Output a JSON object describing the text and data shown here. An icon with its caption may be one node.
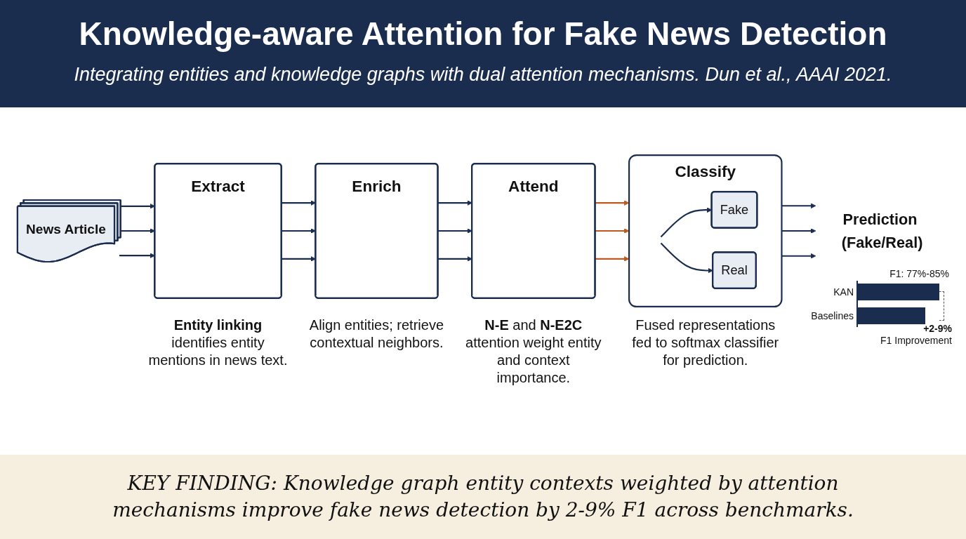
{
  "diagram": {
    "title": "Knowledge-aware Attention for Fake News Detection",
    "caption": "KEY FINDING: Knowledge graph entity contexts weighted by attention mechanisms improve fake news detection by 2-9% F1 across benchmarks.",
    "nodes": [
      {
        "text": [
          "News Article"
        ]
      },
      {
        "text": [
          "Extract"
        ],
        "beside": [
          "**Entity linking** identifies entity mentions in news text."
        ]
      },
      {
        "text": [
          "Enrich"
        ],
        "beside": [
          "Align entities; retrieve contextual neighbors."
        ]
      },
      {
        "text": [
          "Attend"
        ],
        "beside": [
          "**N-E** and **N-E2C** attention weight entity and context importance."
        ]
      },
      {
        "text": [
          "Classify"
        ],
        "beside": [
          "Fused representations fed to softmax classifier for prediction."
        ]
      },
      {
        "text": [
          "Fake"
        ],
        "in": 4
      },
      {
        "text": [
          "Real"
        ],
        "in": 4
      },
      {
        "text": [
          "Prediction (Fake/Real)"
        ]
      }
    ],
    "edges": [
      {
        "from": 0,
        "to": 1,
        "arrow": "to"
      },
      {
        "from": 0,
        "to": 1,
        "arrow": "to"
      },
      {
        "from": 0,
        "to": 1,
        "arrow": "to"
      },
      {
        "from": 1,
        "to": 2,
        "arrow": "to"
      },
      {
        "from": 1,
        "to": 2,
        "arrow": "to"
      },
      {
        "from": 1,
        "to": 2,
        "arrow": "to"
      },
      {
        "from": 2,
        "to": 3,
        "arrow": "to"
      },
      {
        "from": 2,
        "to": 3,
        "arrow": "to"
      },
      {
        "from": 2,
        "to": 3,
        "arrow": "to"
      },
      {
        "from": 3,
        "to": 4,
        "arrow": "to",
        "color": "#bf5a1e"
      },
      {
        "from": 3,
        "to": 4,
        "arrow": "to",
        "color": "#bf5a1e"
      },
      {
        "from": 3,
        "to": 4,
        "arrow": "to",
        "color": "#bf5a1e"
      },
      {
        "from": null,
        "to": 5,
        "arrow": "to"
      },
      {
        "from": null,
        "to": 6,
        "arrow": "to"
      },
      {
        "from": 4,
        "to": 7,
        "arrow": "to"
      },
      {
        "from": 4,
        "to": 7,
        "arrow": "to"
      },
      {
        "from": 4,
        "to": 7,
        "arrow": "to"
      }
    ],
    "labels": [
      "Integrating entities and knowledge graphs with dual attention mechanisms. Dun et al., AAAI 2021.",
      "F1: 77%-85%",
      "KAN",
      "Baselines",
      "+2-9%",
      "F1 Improvement"
    ]
  }
}
